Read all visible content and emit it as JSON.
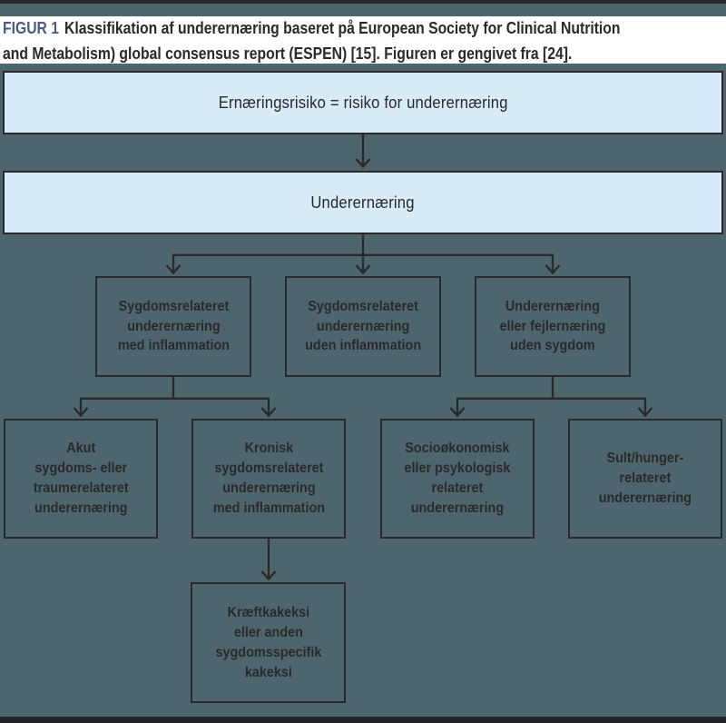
{
  "colors": {
    "background_teal": "#4d666d",
    "node_light_blue": "#d7ebf9",
    "line_dark": "#2b2929",
    "figure_label_blue": "#4a5c80",
    "top_bar": "#272c31",
    "bottom_bar": "#1f2427"
  },
  "caption": {
    "label": "FIGUR 1",
    "line1": "Klassifikation af underernæring baseret på European Society for Clinical Nutrition",
    "line2": "and Metabolism) global consensus report (ESPEN) [15]. Figuren er gengivet fra [24]."
  },
  "flowchart": {
    "root": {
      "text": "Ernæringsrisiko = risiko for underernæring"
    },
    "level2": {
      "text": "Underernæring"
    },
    "level3": [
      {
        "text": "Sygdomsrelateret\nunderernæring\nmed inflammation"
      },
      {
        "text": "Sygdomsrelateret\nunderernæring\nuden inflammation"
      },
      {
        "text": "Underernæring\neller fejlernæring\nuden sygdom"
      }
    ],
    "level4": [
      {
        "text": "Akut\nsygdoms- eller\ntraumerelateret\nunderernæring"
      },
      {
        "text": "Kronisk\nsygdomsrelateret\nunderernæring\nmed inflammation"
      },
      {
        "text": "Socioøkonomisk\neller psykologisk\nrelateret\nunderernæring"
      },
      {
        "text": "Sult/hunger-\nrelateret\nunderernæring"
      }
    ],
    "level5": {
      "text": "Kræftkakeksi\neller anden\nsygdomsspecifik\nkakeksi"
    }
  }
}
